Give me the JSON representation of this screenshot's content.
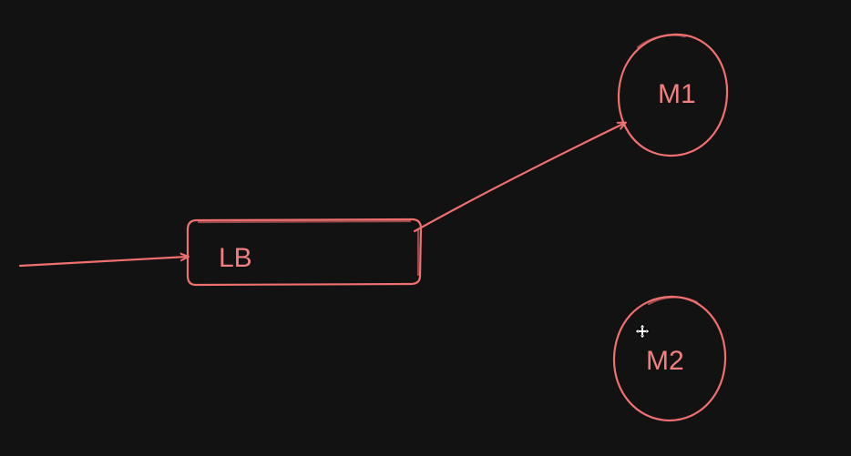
{
  "diagram": {
    "nodes": [
      {
        "id": "lb",
        "label": "LB",
        "shape": "rounded-rect"
      },
      {
        "id": "m1",
        "label": "M1",
        "shape": "circle"
      },
      {
        "id": "m2",
        "label": "M2",
        "shape": "circle"
      }
    ],
    "edges": [
      {
        "from": "external",
        "to": "lb"
      },
      {
        "from": "lb",
        "to": "m1"
      }
    ],
    "colors": {
      "background": "#121212",
      "stroke": "#f07070",
      "text": "#f08080"
    }
  }
}
